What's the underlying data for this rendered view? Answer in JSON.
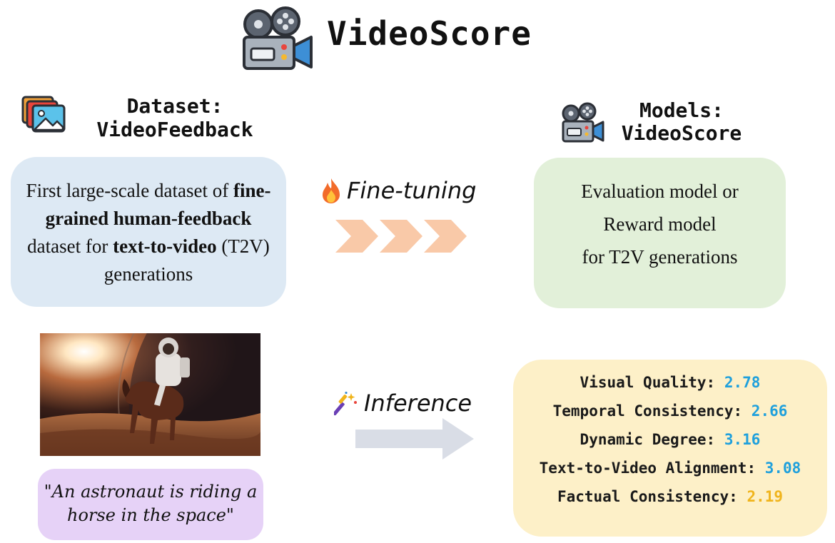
{
  "header": {
    "title": "VideoScore",
    "icon": "movie-camera-icon"
  },
  "dataset": {
    "heading_line1": "Dataset:",
    "heading_line2": "VideoFeedback",
    "icon": "image-stack-icon",
    "description": {
      "p1": "First large-scale dataset of ",
      "b1": "fine-grained human-feedback",
      "p2": " dataset for ",
      "b2": "text-to-video",
      "p3": " (T2V) generations"
    }
  },
  "models": {
    "heading_line1": "Models:",
    "heading_line2": "VideoScore",
    "icon": "movie-camera-icon",
    "description_line1": "Evaluation model or",
    "description_line2": "Reward model",
    "description_line3": "for T2V generations"
  },
  "fine_tuning": {
    "label": "Fine-tuning",
    "icon": "fire-icon",
    "arrow_color": "#f9c9a8"
  },
  "inference": {
    "label": "Inference",
    "icon": "magic-wand-icon",
    "arrow_color": "#d9dde6"
  },
  "prompt": {
    "text": "\"An astronaut is riding a horse in the space\""
  },
  "scores": [
    {
      "name": "Visual Quality:",
      "value": "2.78",
      "color": "#1fa0dc"
    },
    {
      "name": "Temporal Consistency:",
      "value": "2.66",
      "color": "#1fa0dc"
    },
    {
      "name": "Dynamic Degree:",
      "value": "3.16",
      "color": "#1fa0dc"
    },
    {
      "name": "Text-to-Video Alignment:",
      "value": "3.08",
      "color": "#1fa0dc"
    },
    {
      "name": "Factual Consistency:",
      "value": "2.19",
      "color": "#f0b41c"
    }
  ]
}
